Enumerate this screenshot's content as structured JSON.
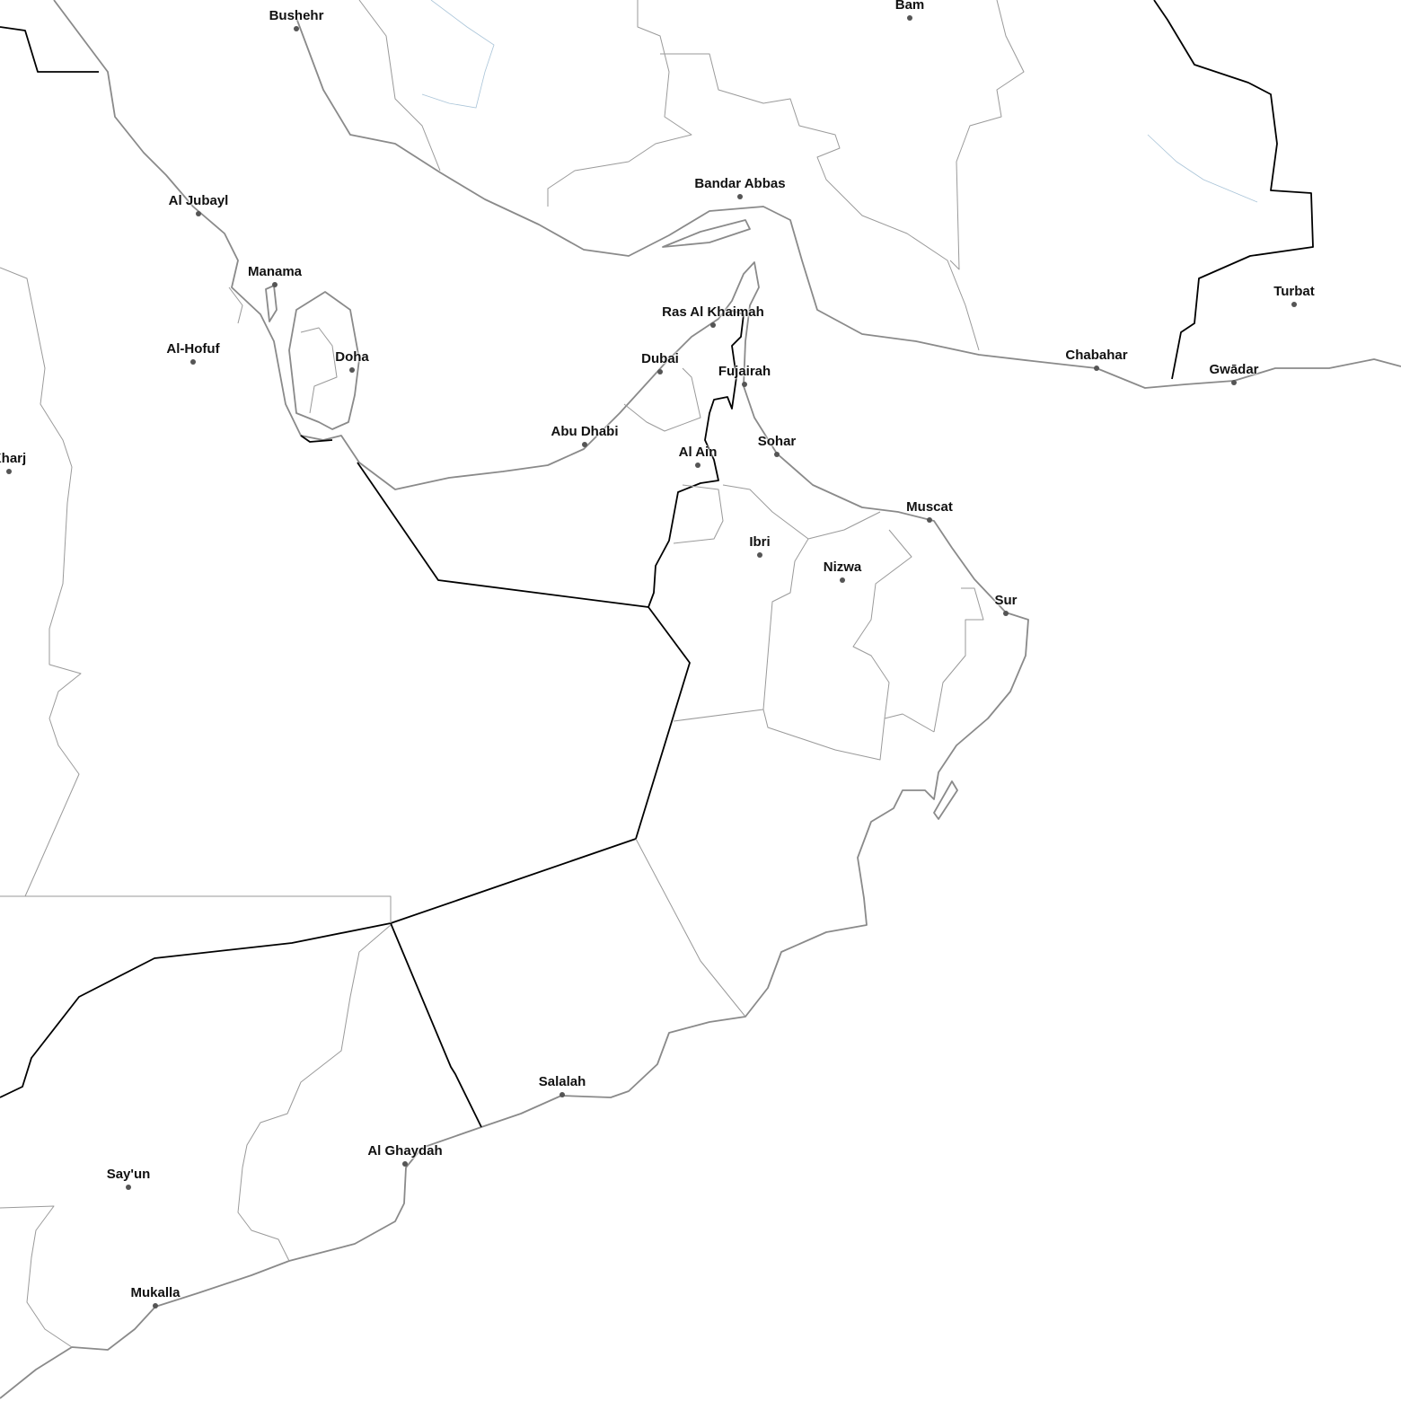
{
  "map": {
    "colors": {
      "coast": "#8a8a8a",
      "border": "#000000",
      "admin": "#9a9a9a",
      "dot": "#555555"
    },
    "cities": [
      {
        "name": "Bushehr"
      },
      {
        "name": "Bam"
      },
      {
        "name": "Bandar Abbas"
      },
      {
        "name": "Al Jubayl"
      },
      {
        "name": "Manama"
      },
      {
        "name": "Al-Hofuf"
      },
      {
        "name": "Doha"
      },
      {
        "name": "Kharj"
      },
      {
        "name": "Ras Al Khaimah"
      },
      {
        "name": "Dubai"
      },
      {
        "name": "Fujairah"
      },
      {
        "name": "Abu Dhabi"
      },
      {
        "name": "Al Ain"
      },
      {
        "name": "Sohar"
      },
      {
        "name": "Muscat"
      },
      {
        "name": "Ibri"
      },
      {
        "name": "Nizwa"
      },
      {
        "name": "Sur"
      },
      {
        "name": "Chabahar"
      },
      {
        "name": "Gwādar"
      },
      {
        "name": "Turbat"
      },
      {
        "name": "Salalah"
      },
      {
        "name": "Al Ghaydah"
      },
      {
        "name": "Say'un"
      },
      {
        "name": "Mukalla"
      }
    ]
  }
}
